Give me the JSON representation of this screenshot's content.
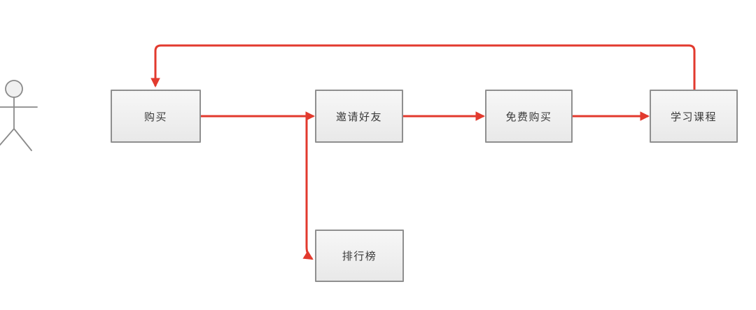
{
  "diagram": {
    "type": "flowchart",
    "accent_color": "#e23a2e",
    "node_border_color": "#8f8f8f",
    "node_fill_color": "#f0f0f0",
    "text_color": "#3a3a3a",
    "actor": {
      "id": "user",
      "shape": "stick-figure"
    },
    "nodes": [
      {
        "id": "buy",
        "label": "购买"
      },
      {
        "id": "invite-friends",
        "label": "邀请好友"
      },
      {
        "id": "free-purchase",
        "label": "免费购买"
      },
      {
        "id": "learn-course",
        "label": "学习课程"
      },
      {
        "id": "leaderboard",
        "label": "排行榜"
      }
    ],
    "edges": [
      {
        "from": "buy",
        "to": "invite-friends",
        "route": "straight-right"
      },
      {
        "from": "invite-friends",
        "to": "free-purchase",
        "route": "straight-right"
      },
      {
        "from": "free-purchase",
        "to": "learn-course",
        "route": "straight-right"
      },
      {
        "from": "learn-course",
        "to": "buy",
        "route": "loop-over-top"
      },
      {
        "from": "buy",
        "to": "leaderboard",
        "route": "branch-down"
      }
    ]
  }
}
